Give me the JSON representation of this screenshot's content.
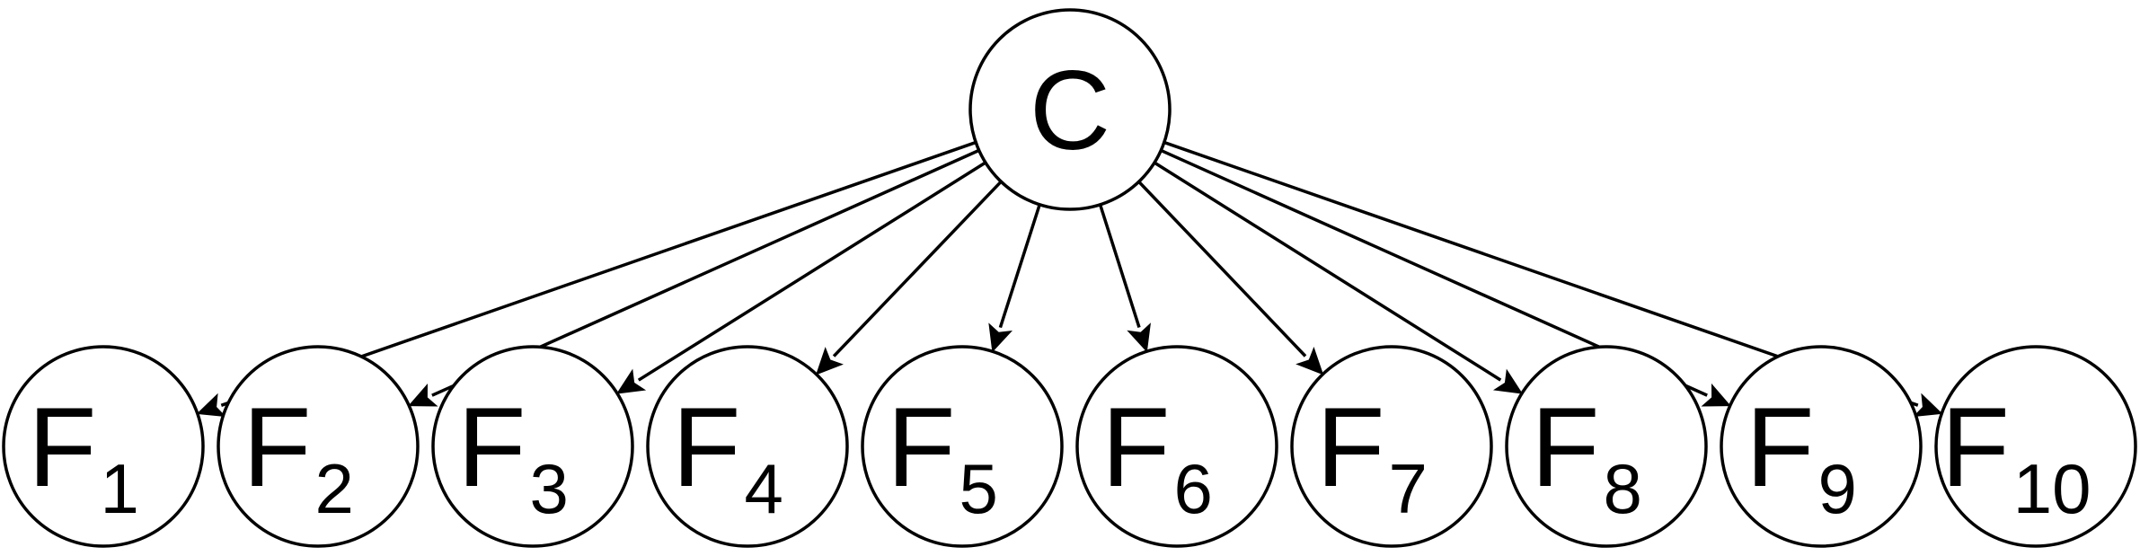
{
  "diagram": {
    "root": {
      "id": "C",
      "label": "C"
    },
    "children": [
      {
        "id": "F1",
        "label": "F",
        "subscript": "1"
      },
      {
        "id": "F2",
        "label": "F",
        "subscript": "2"
      },
      {
        "id": "F3",
        "label": "F",
        "subscript": "3"
      },
      {
        "id": "F4",
        "label": "F",
        "subscript": "4"
      },
      {
        "id": "F5",
        "label": "F",
        "subscript": "5"
      },
      {
        "id": "F6",
        "label": "F",
        "subscript": "6"
      },
      {
        "id": "F7",
        "label": "F",
        "subscript": "7"
      },
      {
        "id": "F8",
        "label": "F",
        "subscript": "8"
      },
      {
        "id": "F9",
        "label": "F",
        "subscript": "9"
      },
      {
        "id": "F10",
        "label": "F",
        "subscript": "10"
      }
    ],
    "edges": [
      {
        "from": "C",
        "to": "F1"
      },
      {
        "from": "C",
        "to": "F2"
      },
      {
        "from": "C",
        "to": "F3"
      },
      {
        "from": "C",
        "to": "F4"
      },
      {
        "from": "C",
        "to": "F5"
      },
      {
        "from": "C",
        "to": "F6"
      },
      {
        "from": "C",
        "to": "F7"
      },
      {
        "from": "C",
        "to": "F8"
      },
      {
        "from": "C",
        "to": "F9"
      },
      {
        "from": "C",
        "to": "F10"
      }
    ],
    "colors": {
      "stroke": "#000000",
      "fill": "#ffffff",
      "text": "#000000"
    }
  }
}
